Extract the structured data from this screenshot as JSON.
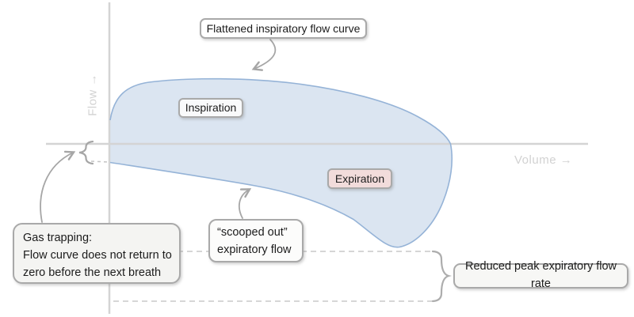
{
  "axes": {
    "flow_label": "Flow →",
    "volume_label": "Volume →"
  },
  "annotations": {
    "flattened": "Flattened inspiratory flow curve",
    "inspiration": "Inspiration",
    "expiration": "Expiration",
    "gas_trapping": {
      "line1": "Gas trapping:",
      "line2": "Flow curve does not return to",
      "line3": "zero before the next breath"
    },
    "scooped": {
      "line1": "“scooped out”",
      "line2": "expiratory flow"
    },
    "reduced": "Reduced peak expiratory flow rate"
  },
  "colors": {
    "loop_fill": "#dbe5f1",
    "loop_stroke": "#95b3d7",
    "axis_gray": "#d4d4d4",
    "annotation_gray": "#a6a6a6",
    "dashed_gray": "#c8c8c8",
    "expiration_box_bg": "#f2dcdb"
  }
}
